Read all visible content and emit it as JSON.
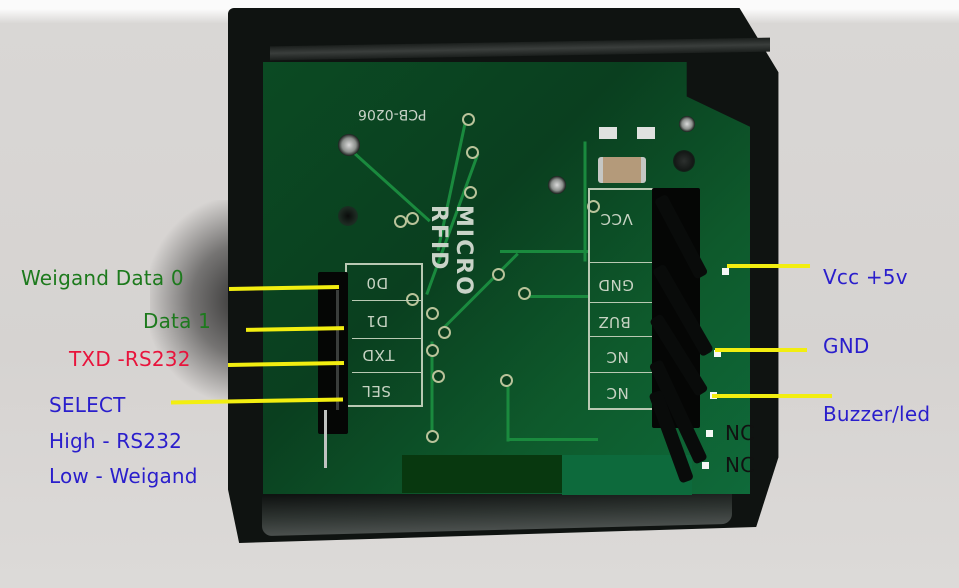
{
  "photo": {
    "subject": "RFID reader module PCB (rear view) with pinout annotations",
    "pcb_markings": {
      "part_number": "PCB-0206",
      "brand": "MICRO RFID",
      "left_header_silkscreen": [
        "D0",
        "D1",
        "TXD",
        "SEL"
      ],
      "right_header_silkscreen": [
        "VCC",
        "GND",
        "BUZ",
        "NC",
        "NC"
      ]
    }
  },
  "colors": {
    "green_label": "#1d7a1d",
    "red_label": "#e8143c",
    "blue_label": "#2a1ecc",
    "black_label": "#111111",
    "leader_line": "#f2ee10",
    "pcb_green": "#0b4a23",
    "background": "#d8d6d4"
  },
  "annotations": {
    "left": [
      {
        "id": "d0",
        "text": "Weigand Data 0",
        "color_key": "green_label"
      },
      {
        "id": "d1",
        "text": "Data 1",
        "color_key": "green_label"
      },
      {
        "id": "txd",
        "text": "TXD -RS232",
        "color_key": "red_label"
      },
      {
        "id": "sel",
        "text": "SELECT",
        "color_key": "blue_label"
      },
      {
        "id": "sel_high",
        "text": "High - RS232",
        "color_key": "blue_label"
      },
      {
        "id": "sel_low",
        "text": "Low - Weigand",
        "color_key": "blue_label"
      }
    ],
    "right": [
      {
        "id": "vcc",
        "text": "Vcc +5v",
        "color_key": "blue_label"
      },
      {
        "id": "gnd",
        "text": "GND",
        "color_key": "blue_label"
      },
      {
        "id": "buz",
        "text": "Buzzer/led",
        "color_key": "blue_label"
      },
      {
        "id": "nc1",
        "text": "NC",
        "color_key": "black_label"
      },
      {
        "id": "nc2",
        "text": "NC",
        "color_key": "black_label"
      }
    ]
  }
}
